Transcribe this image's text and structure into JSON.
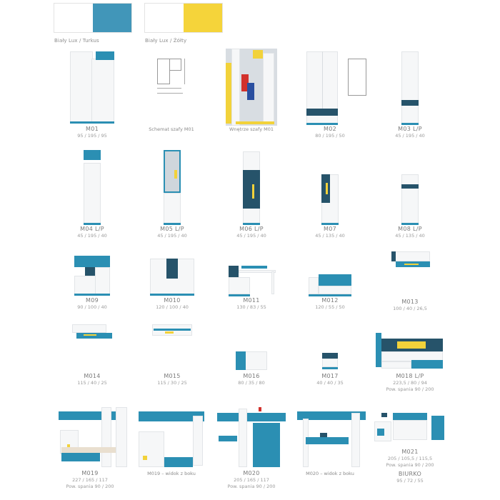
{
  "colors": {
    "white": "#ffffff",
    "turquoise": "#4196b9",
    "yellow": "#f5d43a",
    "trim": "#2b8fb3"
  },
  "swatches": [
    {
      "label": "Biały Lux / Turkus",
      "color_left": "#ffffff",
      "color_right": "#4196b9"
    },
    {
      "label": "Biały Lux / Żółty",
      "color_left": "#ffffff",
      "color_right": "#f5d43a"
    }
  ],
  "rows": [
    [
      {
        "name": "M01",
        "dims": "95 / 195 / 95"
      },
      {
        "caption": "Schemat szafy M01"
      },
      {
        "caption": "Wnętrze szafy M01"
      },
      {
        "name": "M02",
        "dims": "80 / 195 / 50"
      },
      {
        "name": "M03 L/P",
        "dims": "45 / 195 / 40"
      }
    ],
    [
      {
        "name": "M04 L/P",
        "dims": "45 / 195 / 40"
      },
      {
        "name": "M05 L/P",
        "dims": "45 / 195 / 40"
      },
      {
        "name": "M06 L/P",
        "dims": "45 / 195 / 40"
      },
      {
        "name": "M07",
        "dims": "45 / 135 / 40"
      },
      {
        "name": "M08 L/P",
        "dims": "45 / 135 / 40"
      }
    ],
    [
      {
        "name": "M09",
        "dims": "90 / 100 / 40"
      },
      {
        "name": "M010",
        "dims": "120 / 100 / 40"
      },
      {
        "name": "M011",
        "dims": "130 / 83 / 55"
      },
      {
        "name": "M012",
        "dims": "120 / 55 / 50"
      },
      {
        "name": "M013",
        "dims": "100 / 40 / 26,5"
      }
    ],
    [
      {
        "name": "M014",
        "dims": "115 / 40 / 25"
      },
      {
        "name": "M015",
        "dims": "115 / 30 / 25"
      },
      {
        "name": "M016",
        "dims": "80 / 35 / 80"
      },
      {
        "name": "M017",
        "dims": "40 / 40 / 35"
      },
      {
        "name": "M018 L/P",
        "dims": "223,5 / 80 / 94",
        "extra": "Pow. spania 90 / 200"
      }
    ],
    [
      {
        "name": "M019",
        "dims": "227 / 165 / 117",
        "extra": "Pow. spania 90 / 200"
      },
      {
        "caption": "M019 – widok z boku"
      },
      {
        "name": "M020",
        "dims": "205 / 165 / 117",
        "extra": "Pow. spania 90 / 200"
      },
      {
        "caption": "M020 – widok z boku"
      },
      {
        "name": "M021",
        "dims": "205 / 105,5 / 115,5",
        "extra": "Pow. spania 90 / 200",
        "name2": "BIURKO",
        "dims2": "95 / 72 / 55"
      }
    ]
  ]
}
